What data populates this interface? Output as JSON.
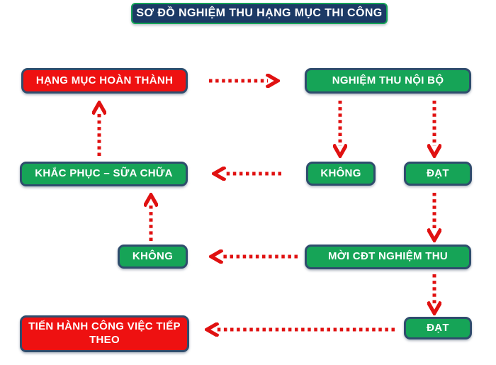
{
  "title": "SƠ ĐỒ NGHIỆM THU HẠNG MỤC THI CÔNG",
  "colors": {
    "red_box": "#ee1111",
    "green_box": "#16a457",
    "box_border": "#2f4d6d",
    "title_bg": "#1c3a66",
    "title_border": "#16a457",
    "arrow": "#e01111",
    "text": "#ffffff",
    "background": "#ffffff"
  },
  "nodes": {
    "hang_muc_hoan_thanh": {
      "label": "HẠNG MỤC HOÀN THÀNH",
      "color": "red"
    },
    "nghiem_thu_noi_bo": {
      "label": "NGHIỆM THU NỘI BỘ",
      "color": "green"
    },
    "khac_phuc_sua_chua": {
      "label": "KHẮC PHỤC – SỮA CHỮA",
      "color": "green"
    },
    "khong_noi_bo": {
      "label": "KHÔNG",
      "color": "green"
    },
    "dat_noi_bo": {
      "label": "ĐẠT",
      "color": "green"
    },
    "khong_cdt": {
      "label": "KHÔNG",
      "color": "green"
    },
    "moi_cdt_nghiem_thu": {
      "label": "MỜI CĐT NGHIỆM THU",
      "color": "green"
    },
    "dat_cdt": {
      "label": "ĐẠT",
      "color": "green"
    },
    "tien_hanh_cong_viec_tiep_theo": {
      "label": "TIẾN HÀNH CÔNG VIỆC TIẾP THEO",
      "color": "red"
    }
  },
  "edges": [
    {
      "from": "hang_muc_hoan_thanh",
      "to": "nghiem_thu_noi_bo"
    },
    {
      "from": "nghiem_thu_noi_bo",
      "to": "khong_noi_bo"
    },
    {
      "from": "nghiem_thu_noi_bo",
      "to": "dat_noi_bo"
    },
    {
      "from": "khong_noi_bo",
      "to": "khac_phuc_sua_chua"
    },
    {
      "from": "khac_phuc_sua_chua",
      "to": "hang_muc_hoan_thanh"
    },
    {
      "from": "dat_noi_bo",
      "to": "moi_cdt_nghiem_thu"
    },
    {
      "from": "moi_cdt_nghiem_thu",
      "to": "khong_cdt"
    },
    {
      "from": "khong_cdt",
      "to": "khac_phuc_sua_chua"
    },
    {
      "from": "moi_cdt_nghiem_thu",
      "to": "dat_cdt"
    },
    {
      "from": "dat_cdt",
      "to": "tien_hanh_cong_viec_tiep_theo"
    }
  ]
}
